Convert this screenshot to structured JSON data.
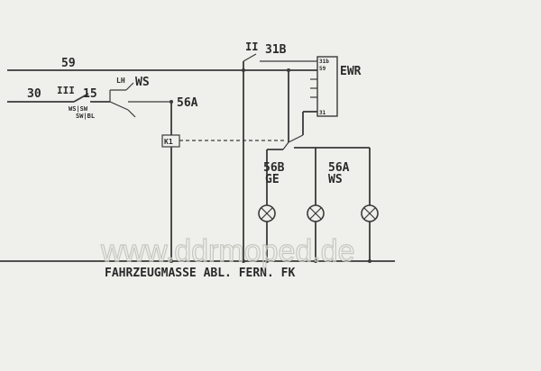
{
  "labels": {
    "line59": "59",
    "line30": "30",
    "roman3": "III",
    "t15": "15",
    "lh": "LH",
    "ws_top": "WS",
    "sw_code1": "WS|SW",
    "sw_code2": "SW|BL",
    "t56a_top": "56A",
    "roman2": "II",
    "t31b": "31B",
    "ewr": "EWR",
    "pin31b": "31b",
    "pin59": "59",
    "pin31": "31",
    "k1": "K1",
    "t56b": "56B",
    "ge": "GE",
    "t56a_lamp": "56A",
    "ws_lamp": "WS",
    "footer": "FAHRZEUGMASSE ABL. FERN. FK"
  },
  "watermark": "www.ddrmoped.de"
}
